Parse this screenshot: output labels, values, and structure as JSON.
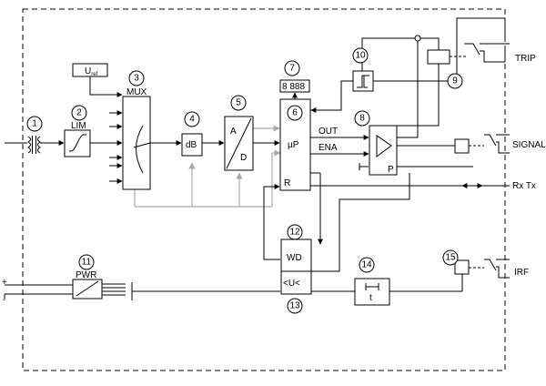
{
  "callouts": [
    "1",
    "2",
    "3",
    "4",
    "5",
    "6",
    "7",
    "8",
    "9",
    "10",
    "11",
    "12",
    "13",
    "14",
    "15"
  ],
  "labels": {
    "lim": "LIM",
    "mux": "MUX",
    "uref": "U",
    "uref_sub": "ref",
    "db": "dB",
    "adc_a": "A",
    "adc_d": "D",
    "display": "8 888",
    "mup": "µP",
    "reset": "R",
    "out": "OUT",
    "ena": "ENA",
    "amp_p": "P",
    "wd": "WD",
    "uv": "<U<",
    "pwr": "PWR",
    "timer": "t",
    "plus": "+",
    "minus": "-"
  },
  "outputs": {
    "trip": "TRIP",
    "signal": "SIGNAL",
    "rxtx": "Rx Tx",
    "irf": "IRF"
  }
}
